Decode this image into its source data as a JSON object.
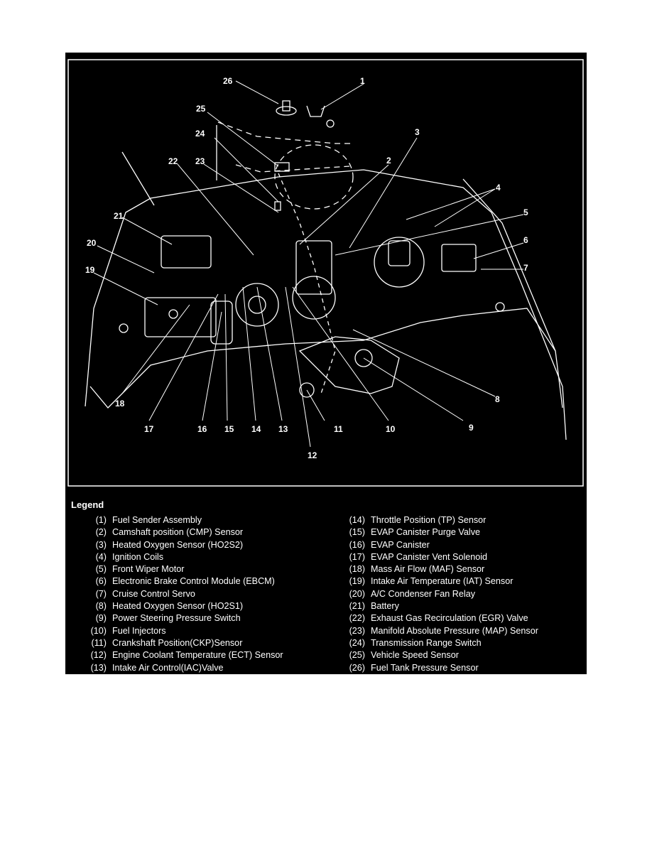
{
  "callouts": [
    "1",
    "2",
    "3",
    "4",
    "5",
    "6",
    "7",
    "8",
    "9",
    "10",
    "11",
    "12",
    "13",
    "14",
    "15",
    "16",
    "17",
    "18",
    "19",
    "20",
    "21",
    "22",
    "23",
    "24",
    "25",
    "26"
  ],
  "legend": {
    "title": "Legend",
    "items": [
      {
        "num": "(1)",
        "text": "Fuel Sender Assembly"
      },
      {
        "num": "(2)",
        "text": "Camshaft position (CMP) Sensor"
      },
      {
        "num": "(3)",
        "text": "Heated Oxygen Sensor (HO2S2)"
      },
      {
        "num": "(4)",
        "text": "Ignition Coils"
      },
      {
        "num": "(5)",
        "text": "Front Wiper Motor"
      },
      {
        "num": "(6)",
        "text": "Electronic Brake Control Module (EBCM)"
      },
      {
        "num": "(7)",
        "text": "Cruise Control Servo"
      },
      {
        "num": "(8)",
        "text": "Heated Oxygen Sensor (HO2S1)"
      },
      {
        "num": "(9)",
        "text": "Power Steering Pressure Switch"
      },
      {
        "num": "(10)",
        "text": "Fuel Injectors"
      },
      {
        "num": "(11)",
        "text": "Crankshaft Position(CKP)Sensor"
      },
      {
        "num": "(12)",
        "text": "Engine Coolant Temperature (ECT) Sensor"
      },
      {
        "num": "(13)",
        "text": "Intake Air Control(IAC)Valve"
      },
      {
        "num": "(14)",
        "text": "Throttle Position (TP) Sensor"
      },
      {
        "num": "(15)",
        "text": "EVAP Canister Purge Valve"
      },
      {
        "num": "(16)",
        "text": "EVAP Canister"
      },
      {
        "num": "(17)",
        "text": "EVAP Canister Vent Solenoid"
      },
      {
        "num": "(18)",
        "text": "Mass Air Flow (MAF) Sensor"
      },
      {
        "num": "(19)",
        "text": "Intake Air Temperature (IAT) Sensor"
      },
      {
        "num": "(20)",
        "text": "A/C Condenser Fan Relay"
      },
      {
        "num": "(21)",
        "text": "Battery"
      },
      {
        "num": "(22)",
        "text": "Exhaust Gas Recirculation (EGR) Valve"
      },
      {
        "num": "(23)",
        "text": "Manifold Absolute Pressure (MAP) Sensor"
      },
      {
        "num": "(24)",
        "text": "Transmission Range Switch"
      },
      {
        "num": "(25)",
        "text": "Vehicle Speed Sensor"
      },
      {
        "num": "(26)",
        "text": "Fuel Tank Pressure Sensor"
      }
    ]
  }
}
